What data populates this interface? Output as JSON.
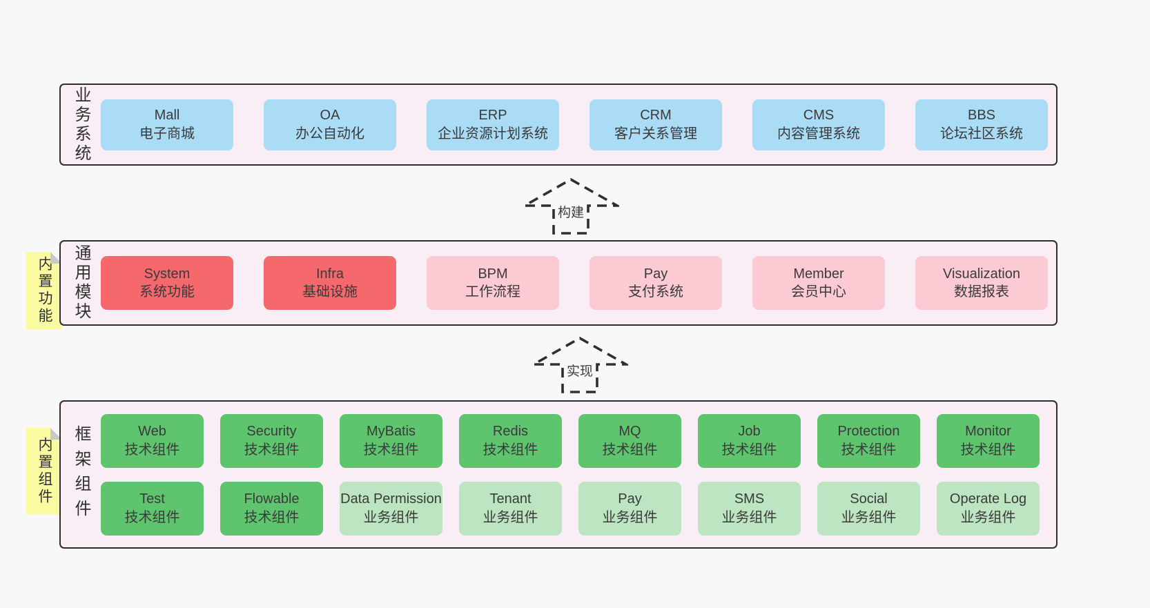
{
  "arrows": [
    {
      "label": "构建"
    },
    {
      "label": "实现"
    }
  ],
  "layers": {
    "business": {
      "side_label": "业务系统",
      "boxes": [
        {
          "title": "Mall",
          "subtitle": "电子商城",
          "variant": "blue"
        },
        {
          "title": "OA",
          "subtitle": "办公自动化",
          "variant": "blue"
        },
        {
          "title": "ERP",
          "subtitle": "企业资源计划系统",
          "variant": "blue"
        },
        {
          "title": "CRM",
          "subtitle": "客户关系管理",
          "variant": "blue"
        },
        {
          "title": "CMS",
          "subtitle": "内容管理系统",
          "variant": "blue"
        },
        {
          "title": "BBS",
          "subtitle": "论坛社区系统",
          "variant": "blue"
        }
      ]
    },
    "modules": {
      "note": "内置功能",
      "side_label": "通用模块",
      "boxes": [
        {
          "title": "System",
          "subtitle": "系统功能",
          "variant": "red"
        },
        {
          "title": "Infra",
          "subtitle": "基础设施",
          "variant": "red"
        },
        {
          "title": "BPM",
          "subtitle": "工作流程",
          "variant": "pink"
        },
        {
          "title": "Pay",
          "subtitle": "支付系统",
          "variant": "pink"
        },
        {
          "title": "Member",
          "subtitle": "会员中心",
          "variant": "pink"
        },
        {
          "title": "Visualization",
          "subtitle": "数据报表",
          "variant": "pink"
        }
      ]
    },
    "framework": {
      "note": "内置组件",
      "side_label": "框架组件",
      "row1": [
        {
          "title": "Web",
          "subtitle": "技术组件",
          "variant": "green"
        },
        {
          "title": "Security",
          "subtitle": "技术组件",
          "variant": "green"
        },
        {
          "title": "MyBatis",
          "subtitle": "技术组件",
          "variant": "green"
        },
        {
          "title": "Redis",
          "subtitle": "技术组件",
          "variant": "green"
        },
        {
          "title": "MQ",
          "subtitle": "技术组件",
          "variant": "green"
        },
        {
          "title": "Job",
          "subtitle": "技术组件",
          "variant": "green"
        },
        {
          "title": "Protection",
          "subtitle": "技术组件",
          "variant": "green"
        },
        {
          "title": "Monitor",
          "subtitle": "技术组件",
          "variant": "green"
        }
      ],
      "row2": [
        {
          "title": "Test",
          "subtitle": "技术组件",
          "variant": "green"
        },
        {
          "title": "Flowable",
          "subtitle": "技术组件",
          "variant": "green"
        },
        {
          "title": "Data Permission",
          "subtitle": "业务组件",
          "variant": "lgreen"
        },
        {
          "title": "Tenant",
          "subtitle": "业务组件",
          "variant": "lgreen"
        },
        {
          "title": "Pay",
          "subtitle": "业务组件",
          "variant": "lgreen"
        },
        {
          "title": "SMS",
          "subtitle": "业务组件",
          "variant": "lgreen"
        },
        {
          "title": "Social",
          "subtitle": "业务组件",
          "variant": "lgreen"
        },
        {
          "title": "Operate Log",
          "subtitle": "业务组件",
          "variant": "lgreen"
        }
      ]
    }
  },
  "colors": {
    "page_bg": "#f8f8f8",
    "panel_bg": "#f9eef6",
    "panel_border": "#2d2d2d",
    "blue": "#aadcf5",
    "red": "#f5696d",
    "pink": "#fbcad3",
    "green": "#5fc46e",
    "light_green": "#bde5c1",
    "note_yellow": "#fbfba1",
    "note_fold": "#c9c9c9"
  }
}
